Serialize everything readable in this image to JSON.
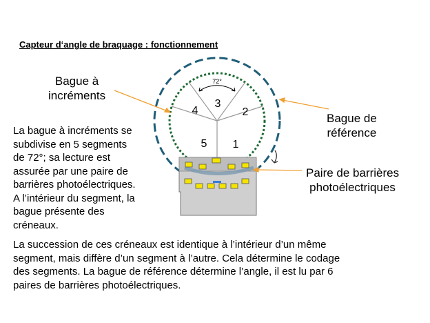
{
  "title": "Capteur d‘angle de braquage : fonctionnement",
  "labels": {
    "bague_increments": [
      "Bague à",
      "incréments"
    ],
    "bague_reference": [
      "Bague de",
      "référence"
    ],
    "paire_barrieres": [
      "Paire de barrières",
      "photoélectriques"
    ]
  },
  "diagram": {
    "angle_label": "72°",
    "segments": [
      "1",
      "2",
      "3",
      "4",
      "5"
    ],
    "colors": {
      "outer_ring": "#1f5e78",
      "inner_ring": "#1e6b34",
      "arrow": "#f0a030",
      "sensor_body": "#cfcfcf",
      "sensor_window": "#f5e400"
    }
  },
  "paragraph1": [
    "La bague à incréments se",
    "subdivise en 5 segments",
    "de 72°; sa lecture est",
    "assurée par une paire de",
    "barrières photoélectriques.",
    "A l’intérieur du segment, la",
    "bague présente des",
    "créneaux."
  ],
  "paragraph2": [
    "La succession de ces créneaux est identique à l’intérieur d’un même",
    "segment, mais diffère d’un segment à l’autre. Cela détermine le codage",
    "des segments. La bague de référence détermine l’angle, il est lu par 6",
    "paires de barrières photoélectriques."
  ]
}
